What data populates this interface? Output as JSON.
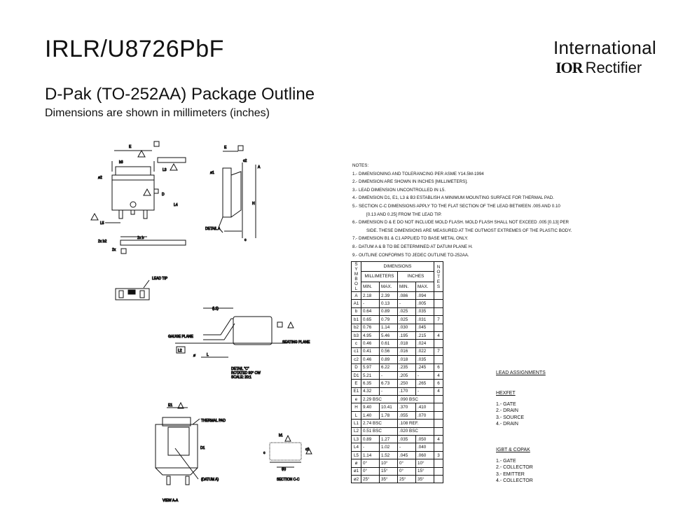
{
  "header": {
    "part_number": "IRLR/U8726PbF",
    "brand_line1": "International",
    "brand_logo": "IOR",
    "brand_line2": "Rectifier",
    "subtitle": "D-Pak (TO-252AA) Package Outline",
    "dimensions_note": "Dimensions are shown in millimeters (inches)"
  },
  "notes": {
    "heading": "NOTES:",
    "items": [
      "1.- DIMENSIONING AND TOLERANCING PER ASME Y14.5M-1994",
      "2.- DIMENSION ARE SHOWN IN INCHES [MILLIMETERS].",
      "3.- LEAD DIMENSION UNCONTROLLED IN L5.",
      "4.- DIMENSION D1, E1, L3 & b3 ESTABLISH A MINIMUM MOUNTING SURFACE FOR THERMAL PAD.",
      "5.- SECTION C-C DIMENSIONS APPLY TO THE FLAT SECTION OF THE LEAD BETWEEN .005 AND 0.10",
      "[0.13 AND 0.25] FROM THE LEAD TIP.",
      "6.- DIMENSION D & E DO NOT INCLUDE MOLD FLASH. MOLD FLASH SHALL NOT EXCEED .005 [0.13] PER",
      "SIDE. THESE DIMENSIONS ARE MEASURED AT THE OUTMOST EXTREMES OF THE PLASTIC BODY.",
      "7.- DIMENSION b1 & c1 APPLIED TO BASE METAL ONLY.",
      "8.- DATUM A & B TO BE DETERMINED AT DATUM PLANE H.",
      "9.- OUTLINE CONFORMS TO JEDEC OUTLINE TO-252AA."
    ]
  },
  "dimension_table": {
    "symbol_header": "SYMBOL",
    "dimensions_header": "DIMENSIONS",
    "millimeters_header": "MILLIMETERS",
    "inches_header": "INCHES",
    "notes_header": "NOTES",
    "min": "MIN.",
    "max": "MAX.",
    "rows": [
      {
        "sym": "A",
        "mm_min": "2.18",
        "mm_max": "2.39",
        "in_min": ".086",
        "in_max": ".094",
        "note": ""
      },
      {
        "sym": "A1",
        "mm_min": "-",
        "mm_max": "0.13",
        "in_min": "-",
        "in_max": ".005",
        "note": ""
      },
      {
        "sym": "b",
        "mm_min": "0.64",
        "mm_max": "0.89",
        "in_min": ".025",
        "in_max": ".035",
        "note": ""
      },
      {
        "sym": "b1",
        "mm_min": "0.65",
        "mm_max": "0.79",
        "in_min": ".025",
        "in_max": ".031",
        "note": "7"
      },
      {
        "sym": "b2",
        "mm_min": "0.76",
        "mm_max": "1.14",
        "in_min": ".030",
        "in_max": ".045",
        "note": ""
      },
      {
        "sym": "b3",
        "mm_min": "4.95",
        "mm_max": "5.46",
        "in_min": ".195",
        "in_max": ".215",
        "note": "4"
      },
      {
        "sym": "c",
        "mm_min": "0.46",
        "mm_max": "0.61",
        "in_min": ".018",
        "in_max": ".024",
        "note": ""
      },
      {
        "sym": "c1",
        "mm_min": "0.41",
        "mm_max": "0.56",
        "in_min": ".016",
        "in_max": ".022",
        "note": "7"
      },
      {
        "sym": "c2",
        "mm_min": "0.46",
        "mm_max": "0.89",
        "in_min": ".018",
        "in_max": ".035",
        "note": ""
      },
      {
        "sym": "D",
        "mm_min": "5.97",
        "mm_max": "6.22",
        "in_min": ".235",
        "in_max": ".245",
        "note": "6"
      },
      {
        "sym": "D1",
        "mm_min": "5.21",
        "mm_max": "-",
        "in_min": ".205",
        "in_max": "-",
        "note": "4"
      },
      {
        "sym": "E",
        "mm_min": "6.35",
        "mm_max": "6.73",
        "in_min": ".250",
        "in_max": ".265",
        "note": "6"
      },
      {
        "sym": "E1",
        "mm_min": "4.32",
        "mm_max": "-",
        "in_min": ".170",
        "in_max": "-",
        "note": "4"
      },
      {
        "sym": "e",
        "mm_span": "2.29 BSC",
        "in_span": ".090 BSC",
        "note": ""
      },
      {
        "sym": "H",
        "mm_min": "9.40",
        "mm_max": "10.41",
        "in_min": ".370",
        "in_max": ".410",
        "note": ""
      },
      {
        "sym": "L",
        "mm_min": "1.40",
        "mm_max": "1.78",
        "in_min": ".055",
        "in_max": ".070",
        "note": ""
      },
      {
        "sym": "L1",
        "mm_span": "2.74 BSC",
        "in_span": ".108 REF.",
        "note": ""
      },
      {
        "sym": "L2",
        "mm_span": "0.51 BSC",
        "in_span": ".020 BSC",
        "note": ""
      },
      {
        "sym": "L3",
        "mm_min": "0.89",
        "mm_max": "1.27",
        "in_min": ".035",
        "in_max": ".050",
        "note": "4"
      },
      {
        "sym": "L4",
        "mm_min": "-",
        "mm_max": "1.02",
        "in_min": "-",
        "in_max": ".040",
        "note": ""
      },
      {
        "sym": "L5",
        "mm_min": "1.14",
        "mm_max": "1.52",
        "in_min": ".045",
        "in_max": ".060",
        "note": "3"
      },
      {
        "sym": "ø",
        "mm_min": "0°",
        "mm_max": "10°",
        "in_min": "0°",
        "in_max": "10°",
        "note": ""
      },
      {
        "sym": "ø1",
        "mm_min": "0°",
        "mm_max": "15°",
        "in_min": "0°",
        "in_max": "15°",
        "note": ""
      },
      {
        "sym": "ø2",
        "mm_min": "25°",
        "mm_max": "35°",
        "in_min": "25°",
        "in_max": "35°",
        "note": ""
      }
    ]
  },
  "lead_assignments": {
    "title": "LEAD ASSIGNMENTS",
    "hexfet_title": "HEXFET",
    "hexfet": [
      "1.- GATE",
      "2.- DRAIN",
      "3.- SOURCE",
      "4.- DRAIN"
    ],
    "igbt_title": "IGBT & CoPAK",
    "igbt": [
      "1.- GATE",
      "2.- COLLECTOR",
      "3.- EMITTER",
      "4.- COLLECTOR"
    ]
  },
  "drawing_labels": {
    "lead_tip": "LEAD TIP",
    "thermal_pad": "THERMAL PAD",
    "datum_a": "(DATUM A)",
    "view_aa": "VIEW A-A",
    "section_cc": "SECTION C-C",
    "gauge_plane": "GAUGE PLANE",
    "seating_plane": "SEATING PLANE",
    "detail_c": "DETAIL \"C\"",
    "rotated": "ROTATED 90° CW",
    "scale": "SCALE: 20:1",
    "detail_a": "DETAIL A",
    "l1": "(L1)",
    "b_paren": "(b)",
    "b3": "b3",
    "e_label": "E",
    "e1": "E1",
    "d1": "D1",
    "l5": "L5",
    "l4": "L4",
    "l3": "L3",
    "two_x_b2": "2x b2",
    "two_x_b": "2x b",
    "two_x_e": "2x",
    "c2": "c2",
    "theta1": "ø1",
    "theta2": "ø2",
    "l2": "L2",
    "l": "L",
    "c": "c",
    "c1": "c1",
    "b1": "b1",
    "h": "H",
    "a": "A",
    "d": "D",
    "e_small": "e",
    "theta": "ø"
  }
}
